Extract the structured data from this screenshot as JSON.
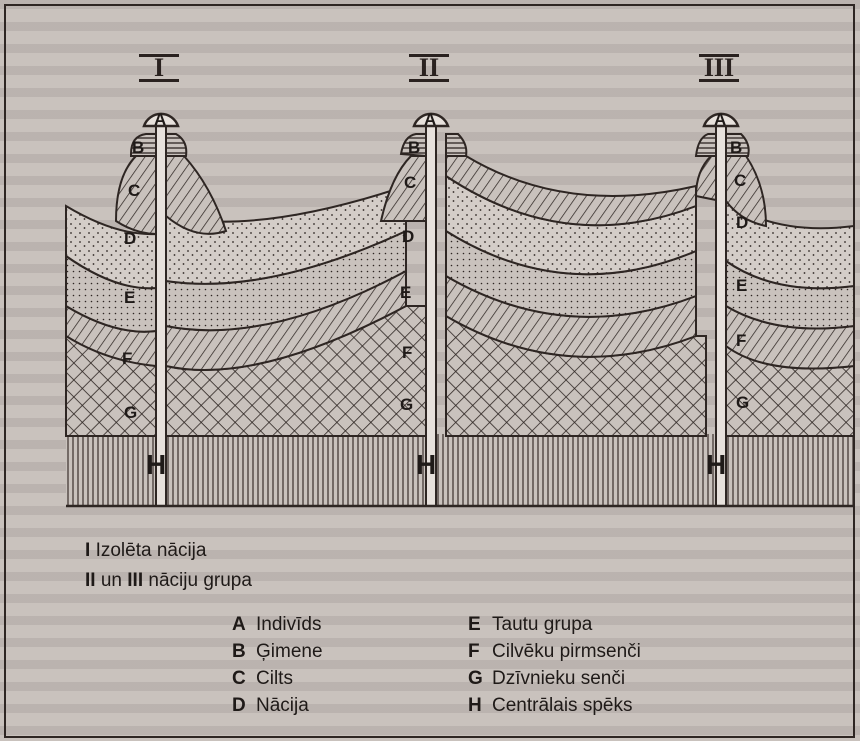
{
  "columns": [
    "I",
    "II",
    "III"
  ],
  "layer_letters": [
    "A",
    "B",
    "C",
    "D",
    "E",
    "F",
    "G",
    "H"
  ],
  "legend_lines": [
    {
      "marker": "I",
      "text": "Izolēta nācija"
    },
    {
      "marker": "II",
      "conj": "un",
      "marker2": "III",
      "text": "nāciju grupa"
    }
  ],
  "key": [
    {
      "letter": "A",
      "label": "Indivīds"
    },
    {
      "letter": "B",
      "label": "Ģimene"
    },
    {
      "letter": "C",
      "label": "Cilts"
    },
    {
      "letter": "D",
      "label": "Nācija"
    },
    {
      "letter": "E",
      "label": "Tautu grupa"
    },
    {
      "letter": "F",
      "label": "Cilvēku pirmsenči"
    },
    {
      "letter": "G",
      "label": "Dzīvnieku senči"
    },
    {
      "letter": "H",
      "label": "Centrālais spēks"
    }
  ]
}
